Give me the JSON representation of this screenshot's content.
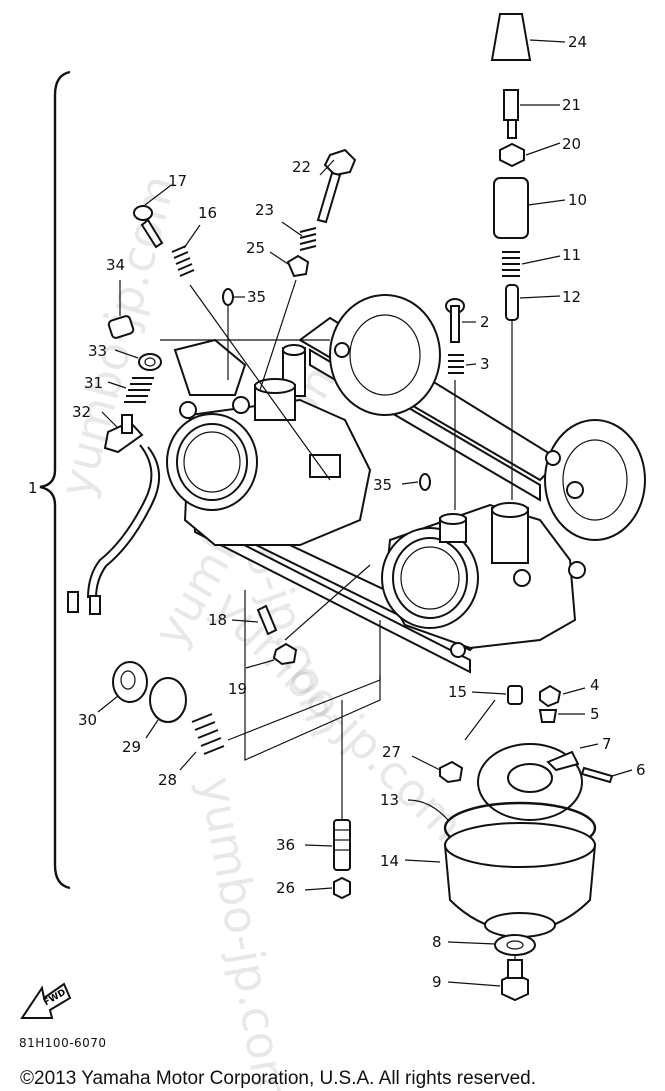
{
  "diagram": {
    "part_code": "81H100-6070",
    "copyright": "©2013 Yamaha Motor Corporation, U.S.A. All rights reserved.",
    "front_indicator": "FWD",
    "watermark_text": "yumbo-jp.com",
    "assembly_callout": "1",
    "callouts": {
      "c2": "2",
      "c3": "3",
      "c4": "4",
      "c5": "5",
      "c6": "6",
      "c7": "7",
      "c8": "8",
      "c9": "9",
      "c10": "10",
      "c11": "11",
      "c12": "12",
      "c13": "13",
      "c14": "14",
      "c15": "15",
      "c16": "16",
      "c17": "17",
      "c18": "18",
      "c19": "19",
      "c20": "20",
      "c21": "21",
      "c22": "22",
      "c23": "23",
      "c24": "24",
      "c25": "25",
      "c26": "26",
      "c27": "27",
      "c28": "28",
      "c29": "29",
      "c30": "30",
      "c31": "31",
      "c32": "32",
      "c33": "33",
      "c34": "34",
      "c35a": "35",
      "c35b": "35",
      "c36": "36"
    }
  }
}
